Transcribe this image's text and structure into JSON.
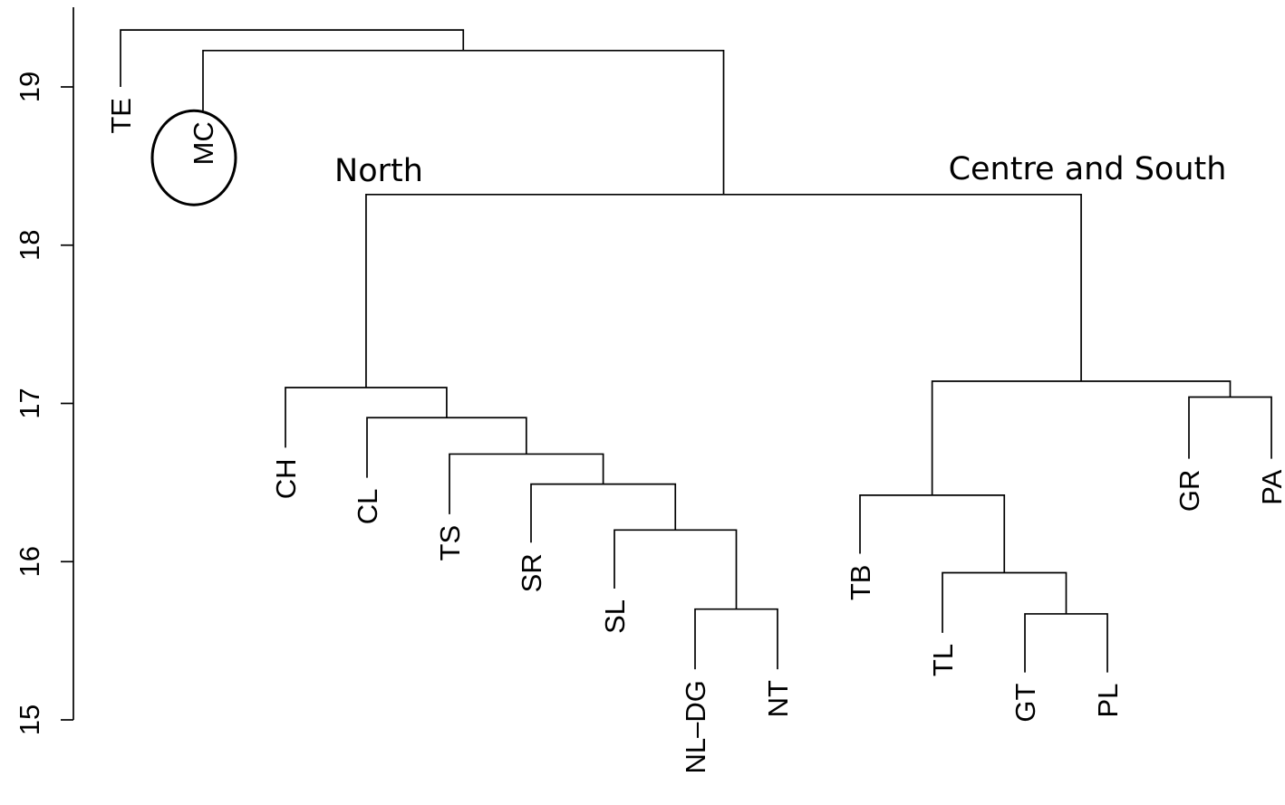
{
  "chart_data": {
    "type": "dendrogram",
    "y_axis": {
      "ticks": [
        15,
        16,
        17,
        18,
        19
      ],
      "tick_labels": [
        "15",
        "16",
        "17",
        "18",
        "19"
      ],
      "range": [
        15,
        19.6
      ]
    },
    "leaves": [
      {
        "id": "TE",
        "label": "TE",
        "leaf_height": 19.0
      },
      {
        "id": "MC",
        "label": "MC",
        "leaf_height": 18.85,
        "highlighted": true
      },
      {
        "id": "CH",
        "label": "CH",
        "leaf_height": 16.72
      },
      {
        "id": "CL",
        "label": "CL",
        "leaf_height": 16.53
      },
      {
        "id": "TS",
        "label": "TS",
        "leaf_height": 16.3
      },
      {
        "id": "SR",
        "label": "SR",
        "leaf_height": 16.12
      },
      {
        "id": "SL",
        "label": "SL",
        "leaf_height": 15.83
      },
      {
        "id": "NLDG",
        "label": "NL–DG",
        "leaf_height": 15.32
      },
      {
        "id": "NT",
        "label": "NT",
        "leaf_height": 15.32
      },
      {
        "id": "TB",
        "label": "TB",
        "leaf_height": 16.05
      },
      {
        "id": "TL",
        "label": "TL",
        "leaf_height": 15.55
      },
      {
        "id": "GT",
        "label": "GT",
        "leaf_height": 15.3
      },
      {
        "id": "PL",
        "label": "PL",
        "leaf_height": 15.3
      },
      {
        "id": "GR",
        "label": "GR",
        "leaf_height": 16.65
      },
      {
        "id": "PA",
        "label": "PA",
        "leaf_height": 16.65
      }
    ],
    "merges": [
      {
        "id": "m_nl_nt",
        "children": [
          "NLDG",
          "NT"
        ],
        "height": 15.7
      },
      {
        "id": "m_sl",
        "children": [
          "SL",
          "m_nl_nt"
        ],
        "height": 16.2
      },
      {
        "id": "m_sr",
        "children": [
          "SR",
          "m_sl"
        ],
        "height": 16.49
      },
      {
        "id": "m_ts",
        "children": [
          "TS",
          "m_sr"
        ],
        "height": 16.68
      },
      {
        "id": "m_cl",
        "children": [
          "CL",
          "m_ts"
        ],
        "height": 16.91
      },
      {
        "id": "m_north",
        "children": [
          "CH",
          "m_cl"
        ],
        "height": 17.1
      },
      {
        "id": "m_gt_pl",
        "children": [
          "GT",
          "PL"
        ],
        "height": 15.67
      },
      {
        "id": "m_tl",
        "children": [
          "TL",
          "m_gt_pl"
        ],
        "height": 15.93
      },
      {
        "id": "m_tb",
        "children": [
          "TB",
          "m_tl"
        ],
        "height": 16.42
      },
      {
        "id": "m_gr_pa",
        "children": [
          "GR",
          "PA"
        ],
        "height": 17.04
      },
      {
        "id": "m_cs",
        "children": [
          "m_tb",
          "m_gr_pa"
        ],
        "height": 17.14
      },
      {
        "id": "m_main",
        "children": [
          "m_north",
          "m_cs"
        ],
        "height": 18.32
      },
      {
        "id": "m_mc",
        "children": [
          "MC",
          "m_main"
        ],
        "height": 19.23
      },
      {
        "id": "m_root",
        "children": [
          "TE",
          "m_mc"
        ],
        "height": 19.36
      }
    ],
    "group_labels": [
      {
        "node": "m_north",
        "text": "North"
      },
      {
        "node": "m_cs",
        "text": "Centre and South"
      }
    ]
  }
}
